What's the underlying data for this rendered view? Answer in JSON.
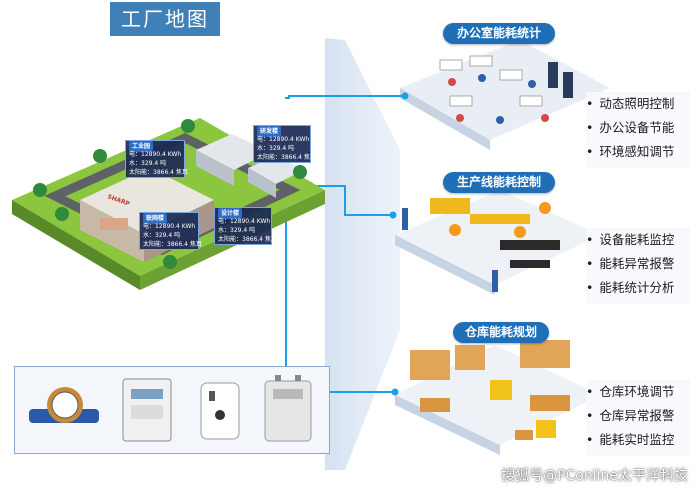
{
  "map_title": "工厂地图",
  "sections": [
    {
      "title": "办公室能耗统计",
      "items": [
        "动态照明控制",
        "办公设备节能",
        "环境感知调节"
      ]
    },
    {
      "title": "生产线能耗控制",
      "items": [
        "设备能耗监控",
        "能耗异常报警",
        "能耗统计分析"
      ]
    },
    {
      "title": "仓库能耗规划",
      "items": [
        "仓库环境调节",
        "仓库异常报警",
        "能耗实时监控"
      ]
    }
  ],
  "info_cards": [
    {
      "tag": "工业园",
      "rows": [
        "电：12890.4 KWh",
        "水：329.4 吨",
        "太阳能：3866.4 焦耳"
      ]
    },
    {
      "tag": "研发楼",
      "rows": [
        "电：12890.4 KWh",
        "水：329.4 吨",
        "太阳能：3866.4 焦耳"
      ]
    },
    {
      "tag": "联网楼",
      "rows": [
        "电：12890.4 KWh",
        "水：329.4 吨",
        "太阳能：3866.4 焦耳"
      ]
    },
    {
      "tag": "设计楼",
      "rows": [
        "电：12890.4 KWh",
        "水：329.4 吨",
        "太阳能：3866.4 焦耳"
      ]
    }
  ],
  "building_sign": "SHARP",
  "watermark": "搜狐号@PConline太平洋科技",
  "colors": {
    "accent": "#1f6fb8",
    "connector": "#1aa0e8",
    "grass": "#8cc63f"
  }
}
